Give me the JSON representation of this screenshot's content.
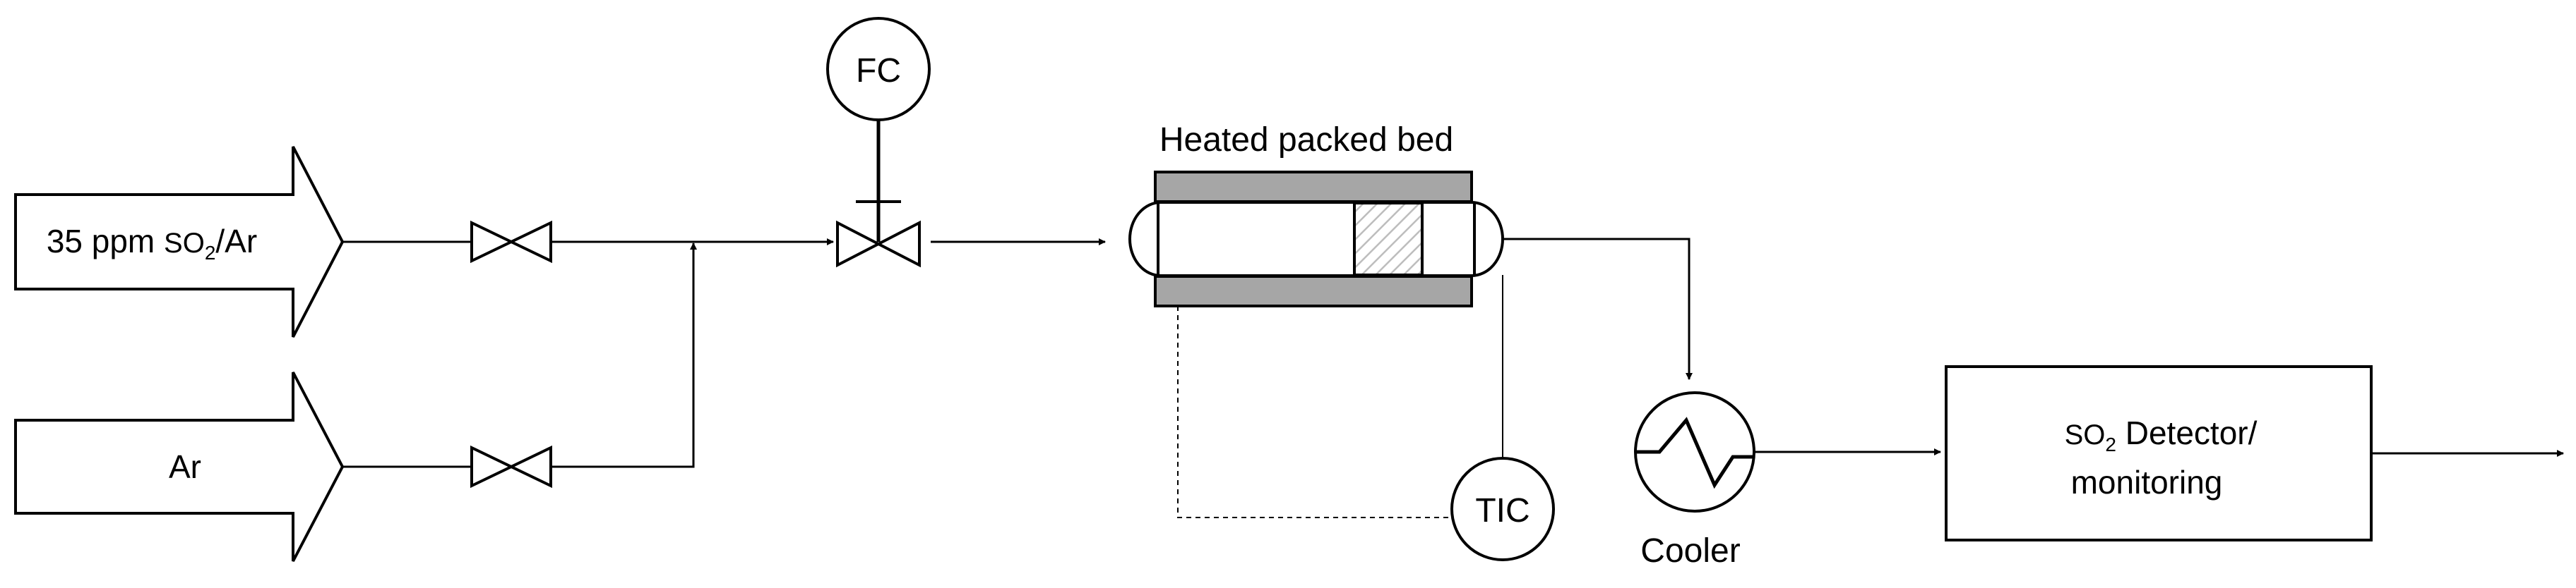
{
  "feed_so2": {
    "prefix": "35 ppm ",
    "chem": "SO",
    "subscript": "2",
    "suffix": "/Ar"
  },
  "feed_ar": {
    "label": "Ar"
  },
  "flow_controller": {
    "label": "FC"
  },
  "packed_bed": {
    "title": "Heated packed bed"
  },
  "temperature_controller": {
    "label": "TIC"
  },
  "cooler": {
    "label": "Cooler"
  },
  "detector": {
    "chem": "SO",
    "subscript": "2",
    "line1_rest": " Detector/",
    "line2": "monitoring"
  }
}
